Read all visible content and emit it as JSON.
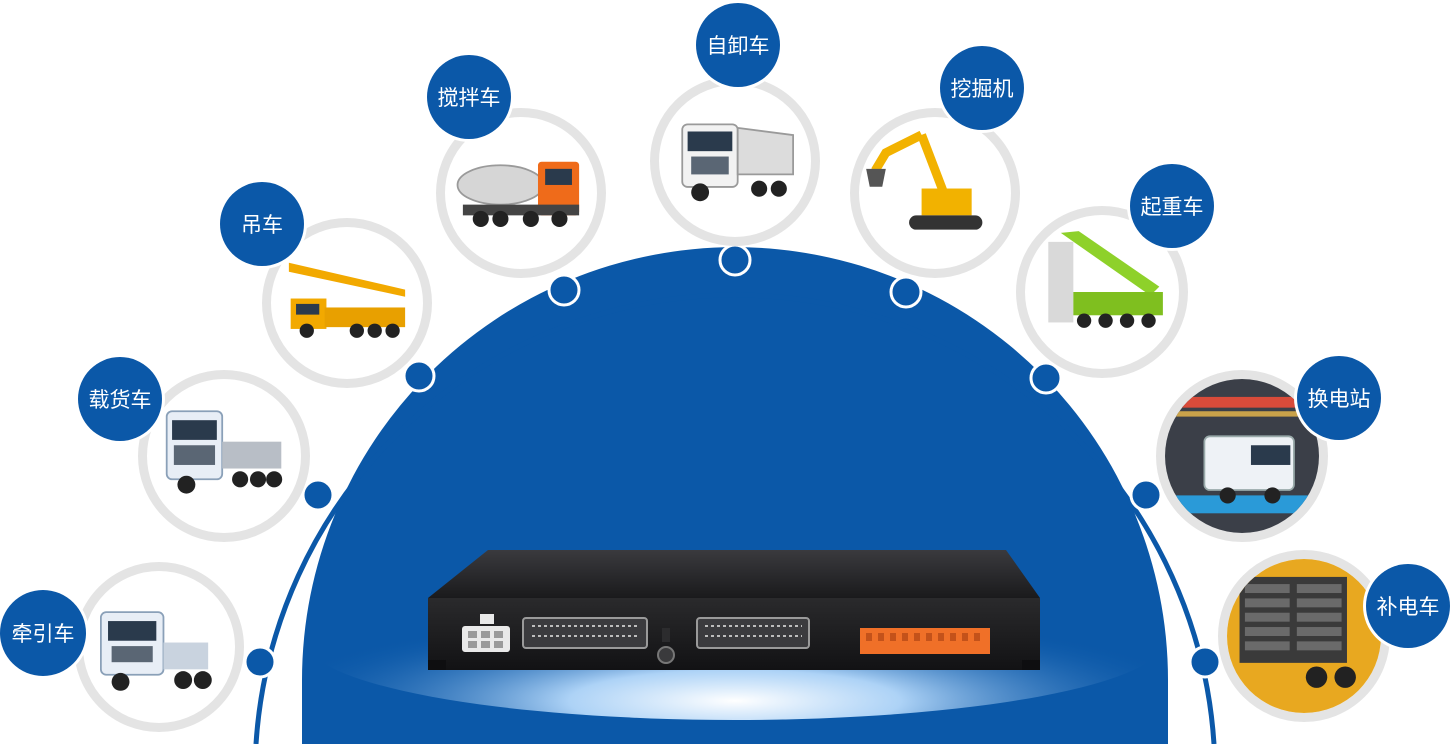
{
  "colors": {
    "primary_blue": "#0b58a8",
    "arc_blue": "#0b58a8",
    "ring_gray": "#e4e4e4",
    "connector_orange": "#f07028"
  },
  "vehicles": [
    {
      "label": "牵引车",
      "icon": "tractor-truck-icon"
    },
    {
      "label": "载货车",
      "icon": "cargo-truck-icon"
    },
    {
      "label": "吊车",
      "icon": "crane-truck-icon"
    },
    {
      "label": "搅拌车",
      "icon": "mixer-truck-icon"
    },
    {
      "label": "自卸车",
      "icon": "dump-truck-icon"
    },
    {
      "label": "挖掘机",
      "icon": "excavator-icon"
    },
    {
      "label": "起重车",
      "icon": "heavy-crane-icon"
    },
    {
      "label": "换电站",
      "icon": "battery-swap-station-icon"
    },
    {
      "label": "补电车",
      "icon": "charging-truck-icon"
    }
  ],
  "device": {
    "icon": "controller-device-icon"
  }
}
